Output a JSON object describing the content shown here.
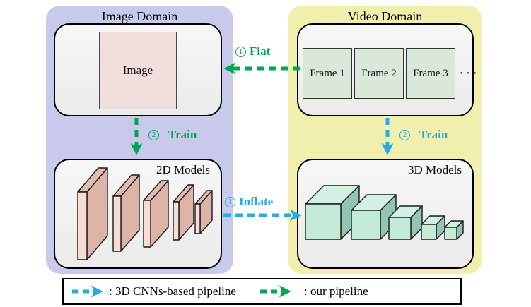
{
  "colors": {
    "green": "#00a651",
    "cyan": "#29abe2",
    "lavender": "#c9c9ec",
    "yellow": "#f1efad",
    "image_pink": "#f3dede",
    "frame_green": "#dae8db",
    "slab_front": "#f8ddd5",
    "slab_top": "#e2bbaf",
    "slab_side": "#dbb3a7",
    "cube_front": "#c3ebd8",
    "cube_top": "#d4f2e4",
    "cube_side": "#93c6b0"
  },
  "image_domain": {
    "title": "Image Domain",
    "image_label": "Image",
    "models_title": "2D Models"
  },
  "video_domain": {
    "title": "Video Domain",
    "frames": [
      "Frame 1",
      "Frame 2",
      "Frame 3"
    ],
    "ellipsis": "···",
    "models_title": "3D Models"
  },
  "arrows": {
    "flat": {
      "num": "1",
      "label": "Flat"
    },
    "train_image": {
      "num": "2",
      "label": "Train"
    },
    "train_video": {
      "num": "2",
      "label": "Train"
    },
    "inflate": {
      "num": "1",
      "label": "Inflate"
    }
  },
  "legend": {
    "cyan_label": ": 3D CNNs-based pipeline",
    "green_label": ": our pipeline"
  }
}
